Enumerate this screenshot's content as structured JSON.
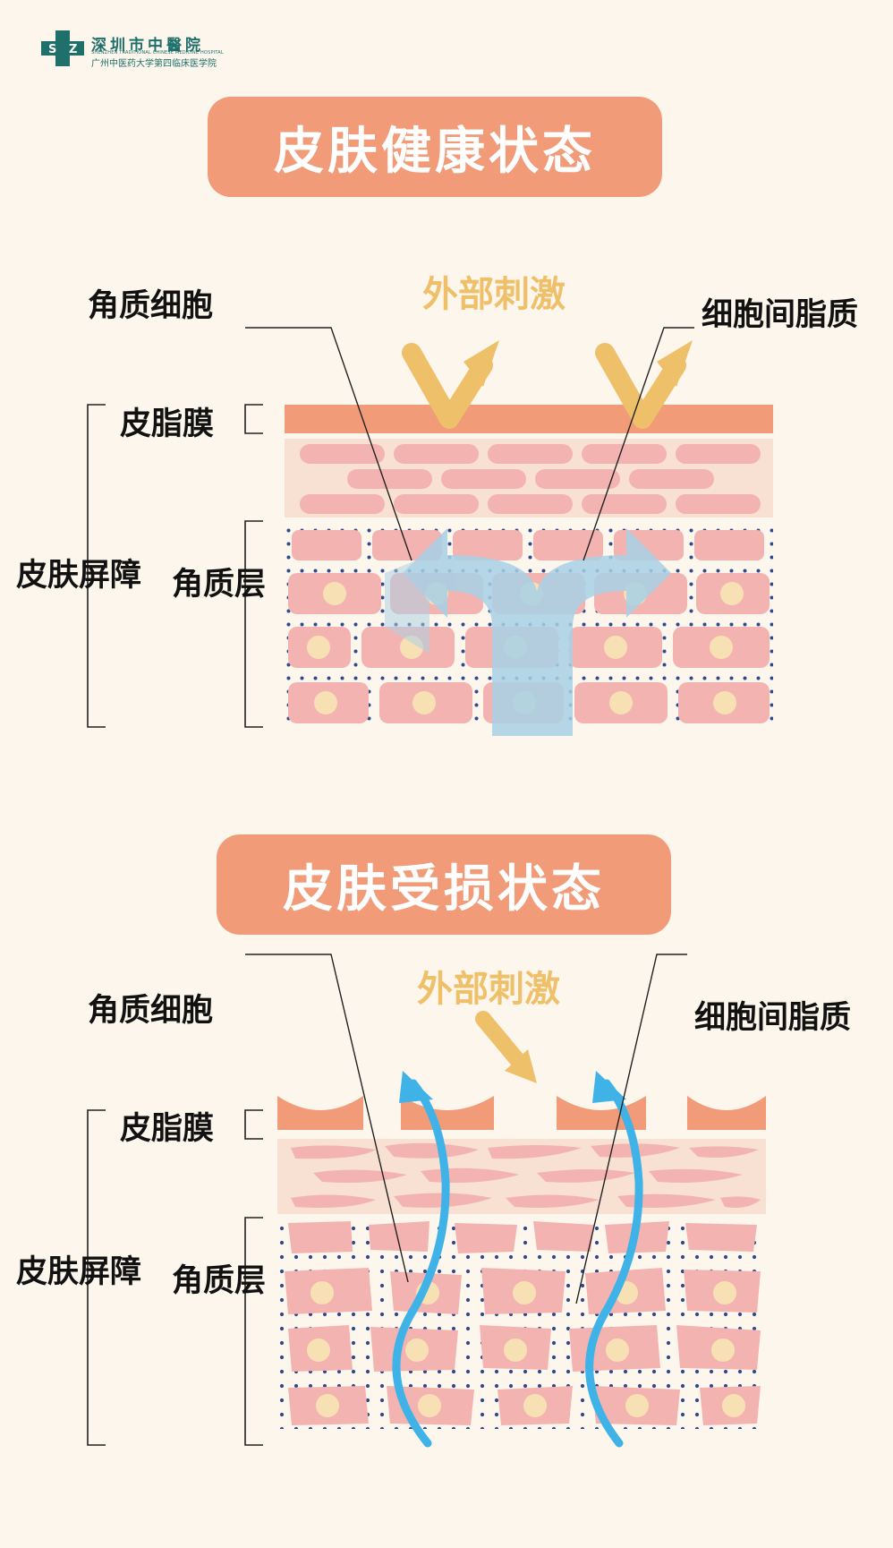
{
  "logo": {
    "name": "深圳市中醫院",
    "english": "SHENZHEN TRADITIONAL CHINESE MEDICINE HOSPITAL",
    "subtitle": "广州中医药大学第四临床医学院",
    "mark_letters": [
      "S",
      "Z"
    ],
    "color": "#1f6f6a"
  },
  "healthy": {
    "title": "皮肤健康状态",
    "stimulus": "外部刺激",
    "label_keratinocyte": "角质细胞",
    "label_lipid": "细胞间脂质",
    "label_sebum": "皮脂膜",
    "label_barrier": "皮肤屏障",
    "label_stratum": "角质层"
  },
  "damaged": {
    "title": "皮肤受损状态",
    "stimulus": "外部刺激",
    "label_keratinocyte": "角质细胞",
    "label_lipid": "细胞间脂质",
    "label_sebum": "皮脂膜",
    "label_barrier": "皮肤屏障",
    "label_stratum": "角质层"
  },
  "colors": {
    "background": "#fdf6ec",
    "title_bg": "#f19b79",
    "sebum": "#f19b79",
    "lipid_band": "#f8e1d2",
    "cell": "#f3b4b1",
    "nucleus": "#f8e0b5",
    "dot": "#2e4a8e",
    "stimulus_arrow": "#efc06a",
    "water_arrow_healthy": "#a7d0e6",
    "water_arrow_damaged": "#3fb3e8"
  }
}
